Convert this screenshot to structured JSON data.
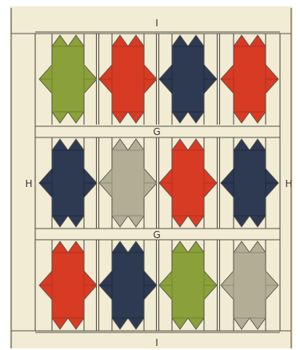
{
  "labels": {
    "top": "I",
    "bottom": "I",
    "left": "H",
    "right": "H",
    "sash_upper": "G",
    "sash_lower": "G"
  },
  "colors": {
    "background": "#f1ecd3",
    "line": "#55504a",
    "green": "#8aa03a",
    "red": "#d73b24",
    "navy": "#2d3a52",
    "tan": "#b4ad95"
  },
  "grid": {
    "rows": [
      [
        "green",
        "red",
        "navy",
        "red"
      ],
      [
        "navy",
        "tan",
        "red",
        "navy"
      ],
      [
        "red",
        "navy",
        "green",
        "tan"
      ]
    ]
  }
}
